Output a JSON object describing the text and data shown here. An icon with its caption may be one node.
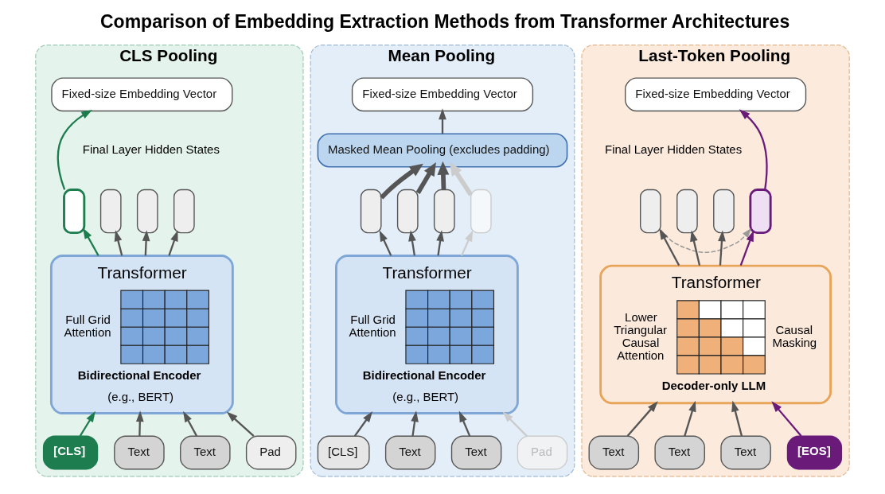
{
  "diagram": {
    "title": "Comparison of Embedding Extraction Methods from Transformer Architectures",
    "nodes": [
      {
        "text": [
          "CLS Pooling"
        ]
      },
      {
        "text": [
          "Fixed-size Embedding Vector"
        ],
        "in": 0
      },
      {
        "text": [],
        "shape": "box",
        "in": 0
      },
      {
        "text": [],
        "shape": "box",
        "in": 0
      },
      {
        "text": [],
        "shape": "box",
        "in": 0
      },
      {
        "text": [],
        "shape": "box",
        "in": 0
      },
      {
        "text": [
          "Transformer",
          "Full Grid Attention",
          "Bidirectional Encoder",
          "(e.g., BERT)"
        ],
        "in": 0
      },
      {
        "text": [
          "[CLS]"
        ],
        "in": 0
      },
      {
        "text": [
          "Text"
        ],
        "in": 0
      },
      {
        "text": [
          "Text"
        ],
        "in": 0
      },
      {
        "text": [
          "Pad"
        ],
        "in": 0
      },
      {
        "text": [
          "Mean Pooling"
        ]
      },
      {
        "text": [
          "Fixed-size Embedding Vector"
        ],
        "in": 11
      },
      {
        "text": [
          "Masked Mean Pooling (excludes padding)"
        ],
        "in": 11
      },
      {
        "text": [],
        "shape": "box",
        "in": 11
      },
      {
        "text": [],
        "shape": "box",
        "in": 11
      },
      {
        "text": [],
        "shape": "box",
        "in": 11
      },
      {
        "text": [],
        "shape": "box",
        "in": 11
      },
      {
        "text": [
          "Transformer",
          "Full Grid Attention",
          "Bidirectional Encoder",
          "(e.g., BERT)"
        ],
        "in": 11
      },
      {
        "text": [
          "[CLS]"
        ],
        "in": 11
      },
      {
        "text": [
          "Text"
        ],
        "in": 11
      },
      {
        "text": [
          "Text"
        ],
        "in": 11
      },
      {
        "text": [
          "Pad"
        ],
        "in": 11
      },
      {
        "text": [
          "Last-Token Pooling"
        ]
      },
      {
        "text": [
          "Fixed-size Embedding Vector"
        ],
        "in": 23
      },
      {
        "text": [],
        "shape": "box",
        "in": 23
      },
      {
        "text": [],
        "shape": "box",
        "in": 23
      },
      {
        "text": [],
        "shape": "box",
        "in": 23
      },
      {
        "text": [],
        "shape": "box",
        "in": 23
      },
      {
        "text": [
          "Transformer",
          "Lower Triangular Causal Attention",
          "Causal Masking",
          "Decoder-only LLM"
        ],
        "in": 23
      },
      {
        "text": [
          "Text"
        ],
        "in": 23
      },
      {
        "text": [
          "Text"
        ],
        "in": 23
      },
      {
        "text": [
          "Text"
        ],
        "in": 23
      },
      {
        "text": [
          "[EOS]"
        ],
        "in": 23
      }
    ],
    "edges": [
      {
        "from": 7,
        "to": 6,
        "arrow": "to",
        "color": "#1e7d4f"
      },
      {
        "from": 8,
        "to": 6,
        "arrow": "to"
      },
      {
        "from": 9,
        "to": 6,
        "arrow": "to"
      },
      {
        "from": 10,
        "to": 6,
        "arrow": "to"
      },
      {
        "from": 6,
        "to": 2,
        "arrow": "to",
        "color": "#1e7d4f"
      },
      {
        "from": 6,
        "to": 3,
        "arrow": "to"
      },
      {
        "from": 6,
        "to": 4,
        "arrow": "to"
      },
      {
        "from": 6,
        "to": 5,
        "arrow": "to"
      },
      {
        "from": 2,
        "to": 1,
        "arrow": "to",
        "color": "#1e7d4f"
      },
      {
        "from": 19,
        "to": 18,
        "arrow": "to"
      },
      {
        "from": 20,
        "to": 18,
        "arrow": "to"
      },
      {
        "from": 21,
        "to": 18,
        "arrow": "to"
      },
      {
        "from": 22,
        "to": 18,
        "arrow": "to",
        "color": "#cccccc"
      },
      {
        "from": 18,
        "to": 14,
        "arrow": "to"
      },
      {
        "from": 18,
        "to": 15,
        "arrow": "to"
      },
      {
        "from": 18,
        "to": 16,
        "arrow": "to"
      },
      {
        "from": 18,
        "to": 17,
        "arrow": "to",
        "color": "#cccccc"
      },
      {
        "from": 14,
        "to": 13,
        "arrow": "to",
        "style": "thick"
      },
      {
        "from": 15,
        "to": 13,
        "arrow": "to",
        "style": "thick"
      },
      {
        "from": 16,
        "to": 13,
        "arrow": "to",
        "style": "thick"
      },
      {
        "from": 17,
        "to": 13,
        "arrow": "to",
        "style": "thick",
        "color": "#cccccc"
      },
      {
        "from": 13,
        "to": 12,
        "arrow": "to"
      },
      {
        "from": 30,
        "to": 29,
        "arrow": "to"
      },
      {
        "from": 31,
        "to": 29,
        "arrow": "to"
      },
      {
        "from": 32,
        "to": 29,
        "arrow": "to"
      },
      {
        "from": 33,
        "to": 29,
        "arrow": "to",
        "color": "#6a1b7a"
      },
      {
        "from": 29,
        "to": 25,
        "arrow": "to"
      },
      {
        "from": 29,
        "to": 26,
        "arrow": "to"
      },
      {
        "from": 29,
        "to": 27,
        "arrow": "to"
      },
      {
        "from": 29,
        "to": 28,
        "arrow": "to",
        "color": "#6a1b7a"
      },
      {
        "from": 25,
        "to": 28,
        "arrow": "to",
        "style": "dashed",
        "color": "#999999"
      },
      {
        "from": 28,
        "to": 24,
        "arrow": "to",
        "color": "#6a1b7a"
      }
    ],
    "labels": [
      "Final Layer Hidden States",
      "Final Layer Hidden States"
    ]
  }
}
